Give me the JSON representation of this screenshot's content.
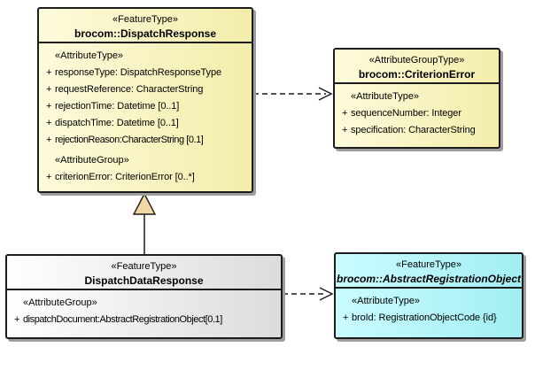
{
  "colors": {
    "border": "#1c1c1c",
    "shadow": "#9e9e9e",
    "yellow1": "#fdfbdc",
    "yellow2": "#f3edaa",
    "cyan1": "#c9fcff",
    "cyan2": "#a2eef4",
    "gray1": "#ffffff",
    "gray2": "#dcdcdc",
    "tan": "#f2d7a4",
    "text": "#000000"
  },
  "boxes": {
    "dispatchResponse": {
      "stereotype": "«FeatureType»",
      "name": "brocom::DispatchResponse",
      "groups": [
        {
          "stereotype": "«AttributeType»",
          "rows": [
            {
              "vis": "+",
              "text": "responseType: DispatchResponseType"
            },
            {
              "vis": "+",
              "text": "requestReference: CharacterString"
            },
            {
              "vis": "+",
              "text": "rejectionTime: Datetime [0..1]"
            },
            {
              "vis": "+",
              "text": "dispatchTime: Datetime [0..1]"
            },
            {
              "vis": "+",
              "text": "rejectionReason:CharacterString [0.1]"
            }
          ]
        },
        {
          "stereotype": "«AttributeGroup»",
          "rows": [
            {
              "vis": "+",
              "text": "criterionError: CriterionError [0..*]"
            }
          ]
        }
      ]
    },
    "criterionError": {
      "stereotype": "«AttributeGroupType»",
      "name": "brocom::CriterionError",
      "groups": [
        {
          "stereotype": "«AttributeType»",
          "rows": [
            {
              "vis": "+",
              "text": "sequenceNumber: Integer"
            },
            {
              "vis": "+",
              "text": "specification: CharacterString"
            }
          ]
        }
      ]
    },
    "dispatchDataResponse": {
      "stereotype": "«FeatureType»",
      "name": "DispatchDataResponse",
      "groups": [
        {
          "stereotype": "«AttributeGroup»",
          "rows": [
            {
              "vis": "+",
              "text": "dispatchDocument:AbstractRegistrationObject[0.1]"
            }
          ]
        }
      ]
    },
    "abstractRegistrationObject": {
      "stereotype": "«FeatureType»",
      "name": "brocom::AbstractRegistrationObject",
      "groups": [
        {
          "stereotype": "«AttributeType»",
          "rows": [
            {
              "vis": "+",
              "text": "broId: RegistrationObjectCode {id}"
            }
          ]
        }
      ]
    }
  },
  "connectors": [
    {
      "type": "dependency",
      "style": "dashed-open-arrow",
      "from": "brocom::DispatchResponse",
      "to": "brocom::CriterionError"
    },
    {
      "type": "generalization",
      "style": "solid-hollow-triangle",
      "from": "DispatchDataResponse",
      "to": "brocom::DispatchResponse"
    },
    {
      "type": "dependency",
      "style": "dashed-open-arrow",
      "from": "DispatchDataResponse",
      "to": "brocom::AbstractRegistrationObject"
    }
  ]
}
